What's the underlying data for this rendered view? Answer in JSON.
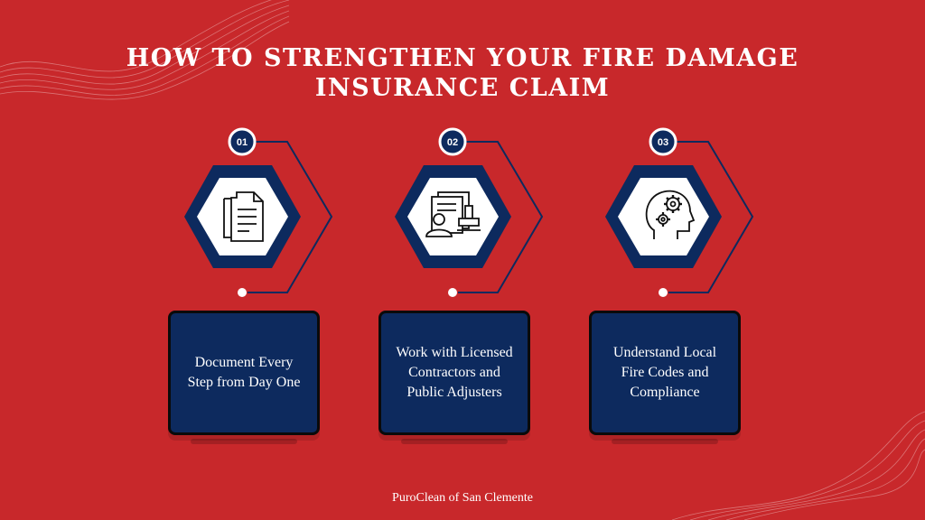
{
  "title_line1": "HOW TO STRENGTHEN YOUR FIRE DAMAGE",
  "title_line2": "INSURANCE CLAIM",
  "colors": {
    "background": "#c8282b",
    "navy": "#0d2a5e",
    "white": "#ffffff",
    "border": "#0a0a0a"
  },
  "steps": [
    {
      "number": "01",
      "icon": "document-icon",
      "label": "Document Every Step from Day One"
    },
    {
      "number": "02",
      "icon": "contract-stamp-icon",
      "label": "Work with Licensed Contractors and Public Adjusters"
    },
    {
      "number": "03",
      "icon": "head-gears-icon",
      "label": "Understand Local Fire Codes and Compliance"
    }
  ],
  "footer": "PuroClean of San Clemente"
}
